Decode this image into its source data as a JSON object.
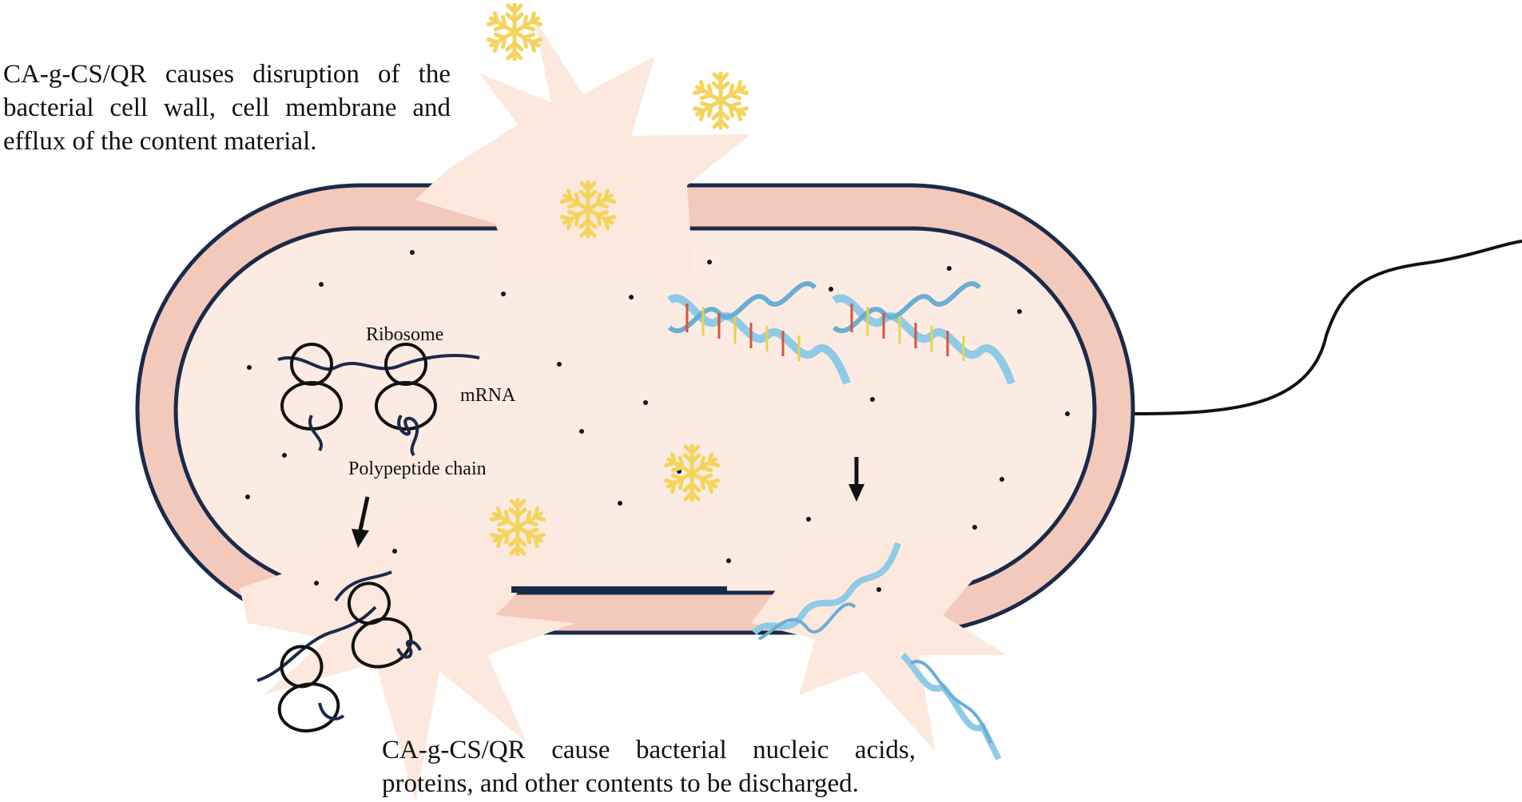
{
  "captions": {
    "top": "CA-g-CS/QR causes disruption of the bacterial cell wall, cell membrane and efflux of the content material.",
    "bottom": "CA-g-CS/QR cause bacterial nucleic acids, proteins, and other contents to be discharged."
  },
  "labels": {
    "ribosome": "Ribosome",
    "mrna": "mRNA",
    "polypeptide": "Polypeptide chain"
  },
  "colors": {
    "outline": "#1b2a4a",
    "wall": "#f3c9bb",
    "cytoplasm": "#fcebe3",
    "burst": "#fde8de",
    "particle": "#f4d45c",
    "dna": "#8fcbe6"
  },
  "icons": {
    "particle": "snowflake-icon",
    "arrow": "arrow-down-icon"
  }
}
